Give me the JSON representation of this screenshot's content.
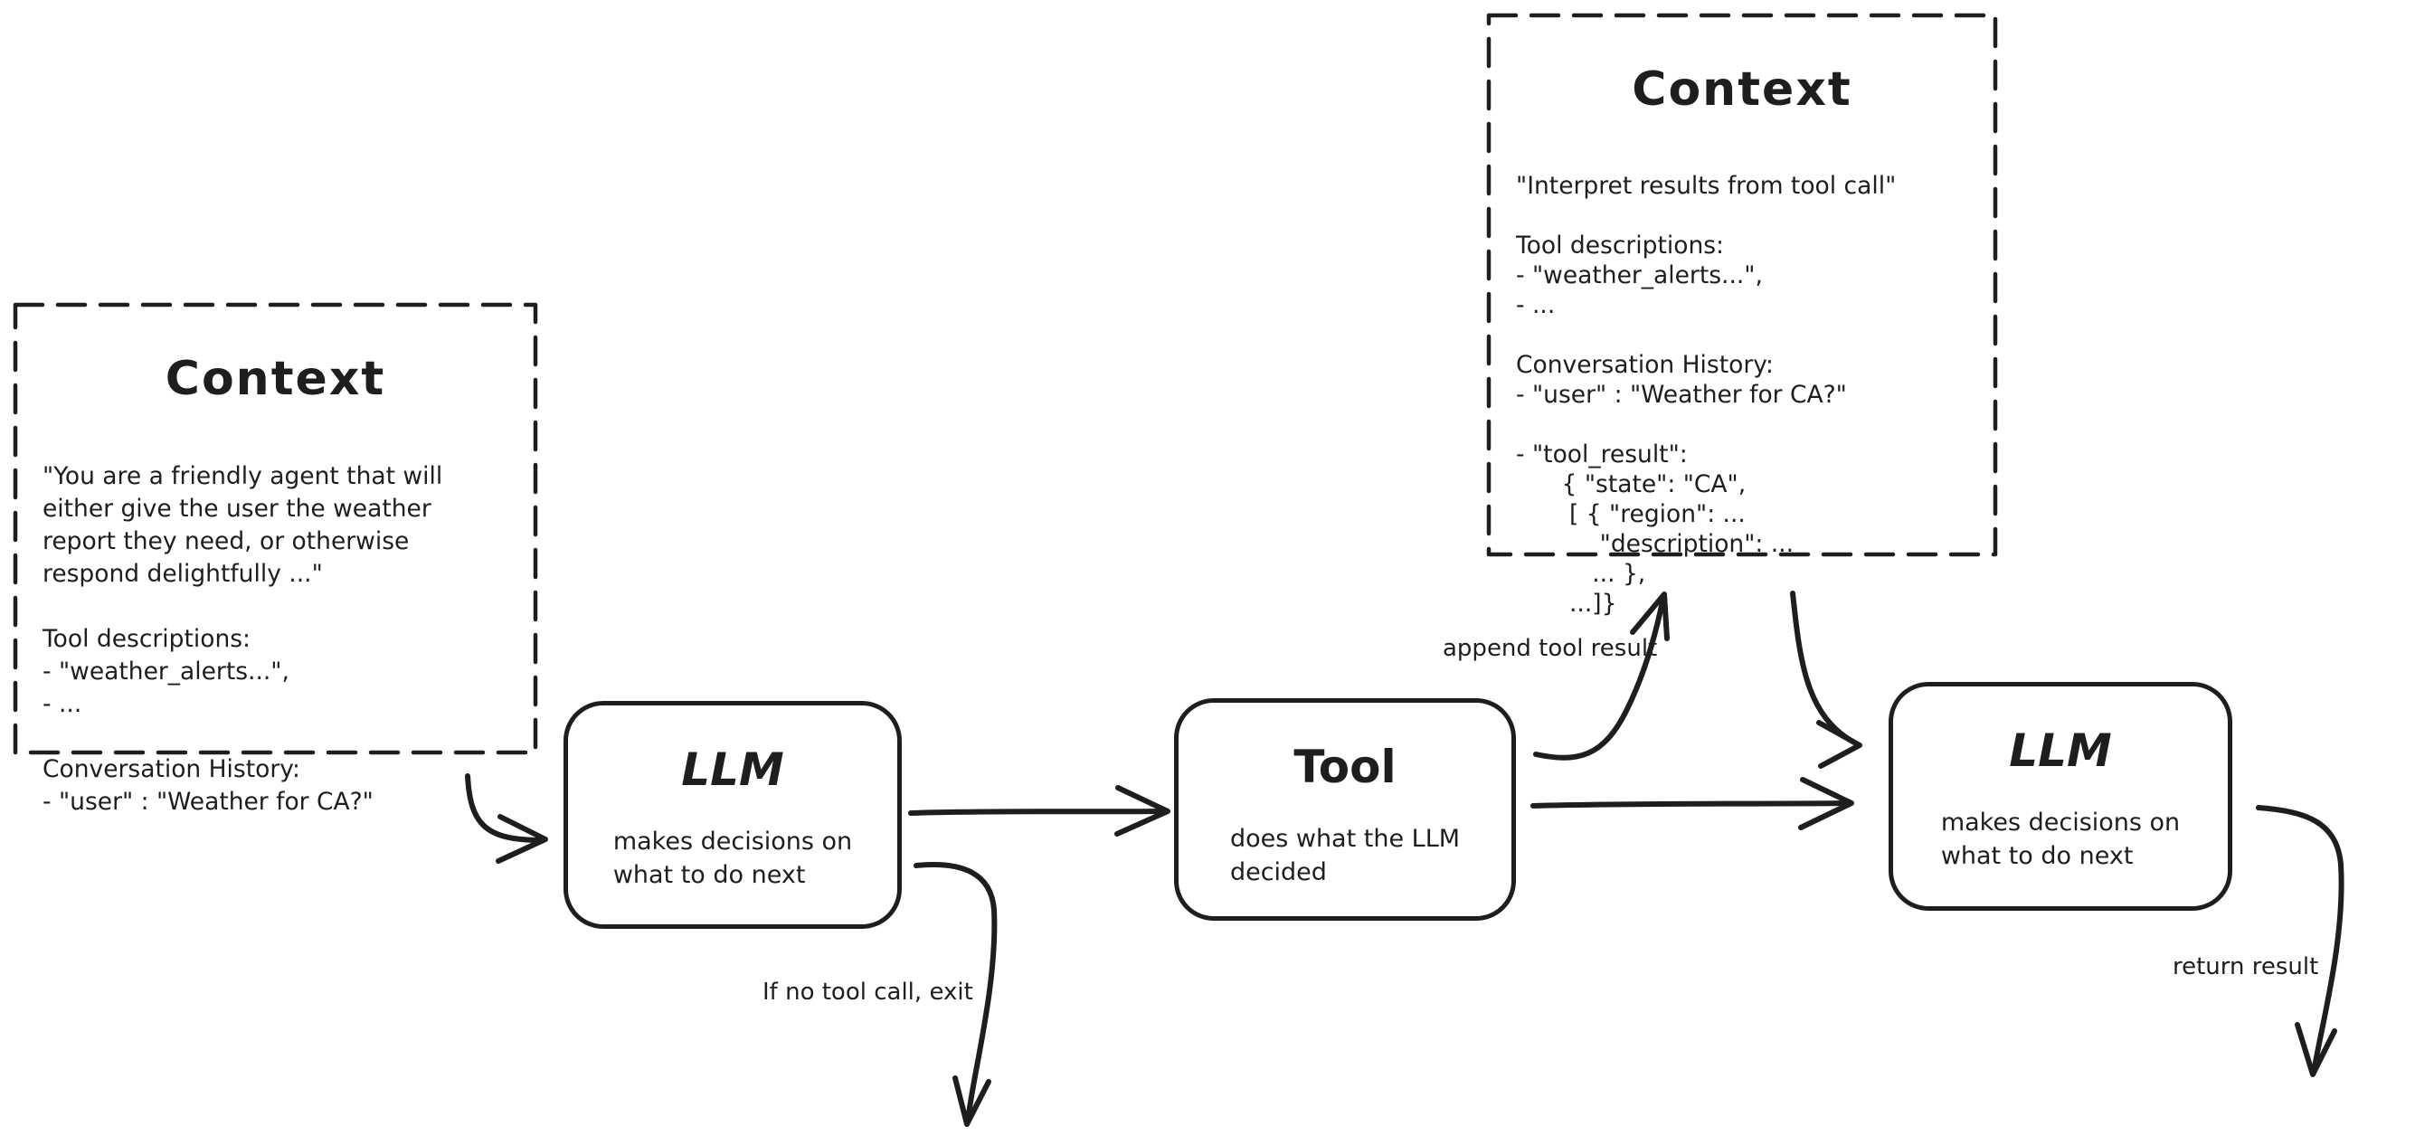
{
  "diagram": {
    "colors": {
      "stroke": "#1e1e1e",
      "background": "#ffffff"
    },
    "context_left": {
      "title": "Context",
      "body": "\"You are a friendly agent that will\neither give the user the weather\nreport they need, or otherwise\nrespond delightfully ...\"\n\nTool descriptions:\n- \"weather_alerts...\",\n- ...\n\nConversation History:\n- \"user\" : \"Weather for CA?\""
    },
    "context_right": {
      "title": "Context",
      "body": "\"Interpret results from tool call\"\n\nTool descriptions:\n- \"weather_alerts...\",\n- ...\n\nConversation History:\n- \"user\" : \"Weather for CA?\"\n\n- \"tool_result\":\n      { \"state\": \"CA\",\n       [ { \"region\": ...\n           \"description\": ...\n          ... },\n       ...]}"
    },
    "llm_first": {
      "title": "LLM",
      "subtitle": "makes decisions on\nwhat to do next"
    },
    "tool": {
      "title": "Tool",
      "subtitle": "does what the LLM\ndecided"
    },
    "llm_second": {
      "title": "LLM",
      "subtitle": "makes decisions on\nwhat to do next"
    },
    "edge_labels": {
      "append_tool_result": "append tool result",
      "if_no_tool_call_exit": "If no tool call, exit",
      "return_result": "return result"
    }
  }
}
